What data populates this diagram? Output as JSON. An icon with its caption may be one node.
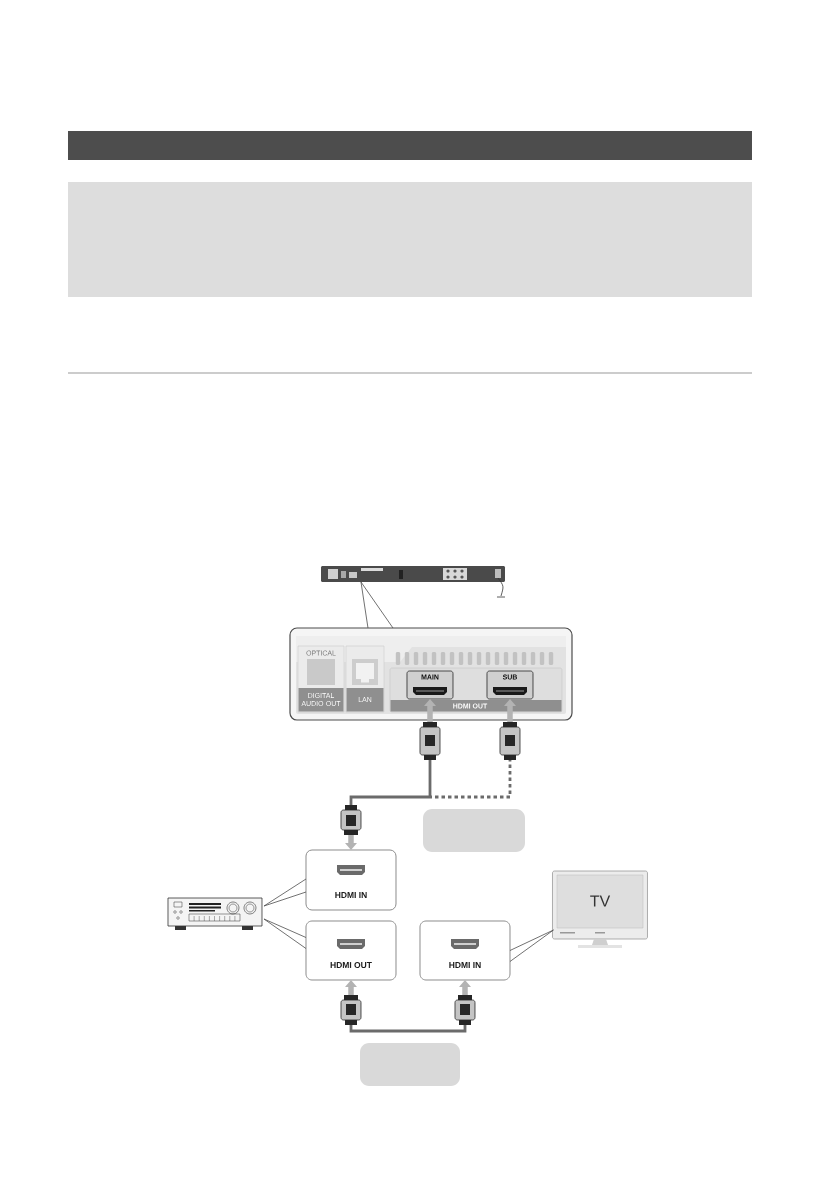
{
  "diagram": {
    "nodes": [
      {
        "text": [],
        "shape": "picture"
      },
      {
        "text": [],
        "shape": "box"
      },
      {
        "text": [
          "OPTICAL",
          "DIGITAL AUDIO OUT"
        ],
        "in": 1
      },
      {
        "text": [
          "LAN"
        ],
        "in": 1
      },
      {
        "text": [
          "HDMI OUT"
        ],
        "in": 1
      },
      {
        "text": [
          "MAIN"
        ],
        "in": 4
      },
      {
        "text": [
          "SUB"
        ],
        "in": 4
      },
      {
        "text": [],
        "shape": "box"
      },
      {
        "text": [
          "HDMI IN"
        ]
      },
      {
        "text": [],
        "shape": "picture"
      },
      {
        "text": [
          "TV"
        ]
      },
      {
        "text": [
          "HDMI OUT"
        ]
      },
      {
        "text": [
          "HDMI IN"
        ]
      },
      {
        "text": [],
        "shape": "box"
      }
    ],
    "edges": [
      {
        "from": 1,
        "to": 0,
        "arrow": "none"
      },
      {
        "from": 8,
        "to": 9,
        "arrow": "none"
      },
      {
        "from": 11,
        "to": 9,
        "arrow": "none"
      },
      {
        "from": 12,
        "to": 10,
        "arrow": "none"
      },
      {
        "from": 5,
        "to": 8,
        "arrow": "both",
        "style": "thick"
      },
      {
        "from": 6,
        "to": 8,
        "arrow": "both",
        "style": "dashed"
      },
      {
        "from": 11,
        "to": 12,
        "arrow": "both",
        "style": "thick"
      }
    ]
  }
}
